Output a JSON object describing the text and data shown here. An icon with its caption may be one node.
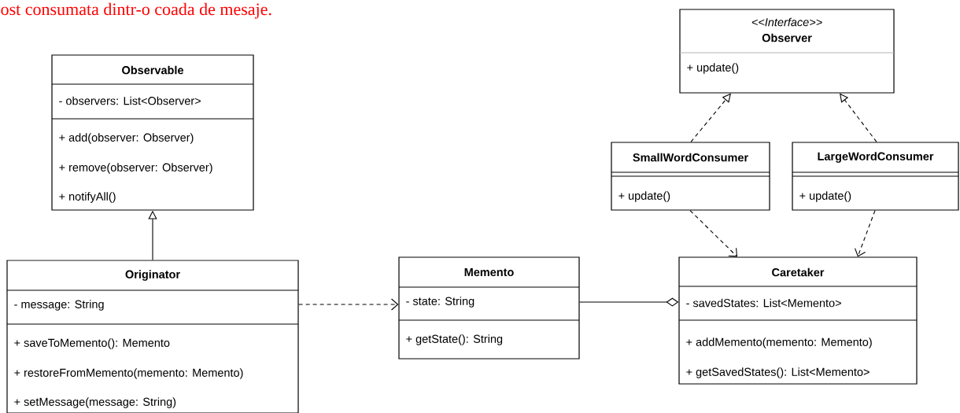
{
  "diagram": {
    "nodes": [
      {
        "text": [
          "<<Interface>>",
          "Observer",
          "+ update()"
        ]
      },
      {
        "text": [
          "Observable",
          "- observers: List<Observer>",
          "+ add(observer: Observer)",
          "+ remove(observer: Observer)",
          "+ notifyAll()"
        ]
      },
      {
        "text": [
          "SmallWordConsumer",
          "+ update()"
        ]
      },
      {
        "text": [
          "LargeWordConsumer",
          "+ update()"
        ]
      },
      {
        "text": [
          "Originator",
          "- message: String",
          "+ saveToMemento(): Memento",
          "+ restoreFromMemento(memento: Memento)",
          "+ setMessage(message: String)"
        ]
      },
      {
        "text": [
          "Memento",
          "- state: String",
          "+ getState(): String"
        ]
      },
      {
        "text": [
          "Caretaker",
          "- savedStates: List<Memento>",
          "+ addMemento(memento: Memento)",
          "+ getSavedStates(): List<Memento>"
        ]
      }
    ],
    "edges": [
      {
        "from": 2,
        "to": 0,
        "arrow": "to",
        "style": "dashed"
      },
      {
        "from": 3,
        "to": 0,
        "arrow": "to",
        "style": "dashed"
      },
      {
        "from": 4,
        "to": 1,
        "arrow": "to"
      },
      {
        "from": 4,
        "to": 5,
        "arrow": "to",
        "style": "dashed"
      },
      {
        "from": 5,
        "to": 6,
        "arrow": "other"
      },
      {
        "from": 2,
        "to": 6,
        "arrow": "to",
        "style": "dashed"
      },
      {
        "from": 3,
        "to": 6,
        "arrow": "to",
        "style": "dashed"
      }
    ],
    "labels": [
      "ost consumata dintr-o coada de mesaje."
    ]
  }
}
